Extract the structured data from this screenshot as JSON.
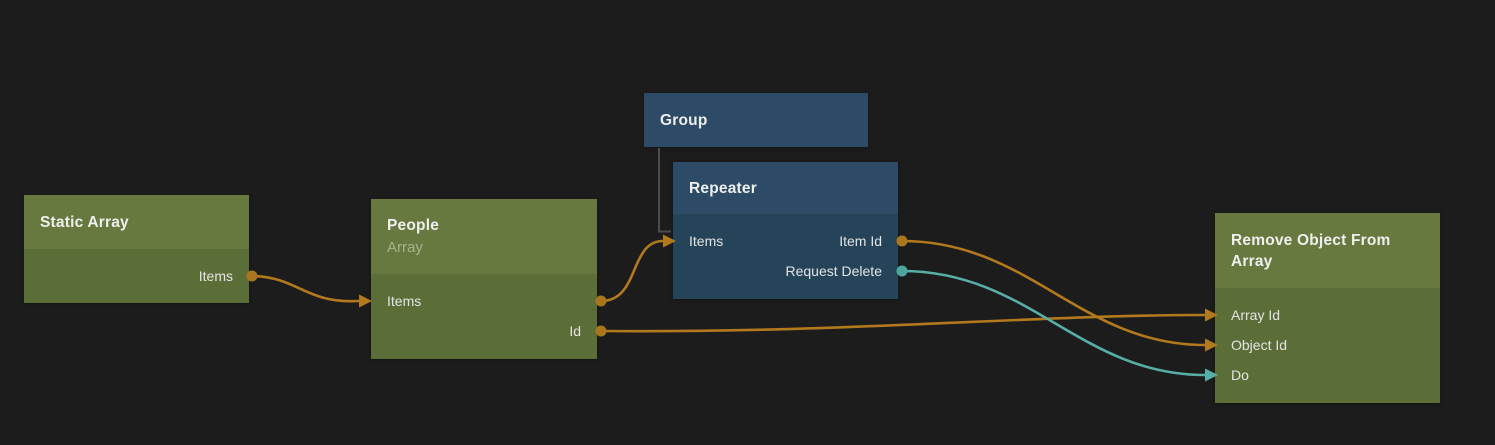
{
  "editor": {
    "background_color": "#1d1c1c",
    "wire_colors": {
      "data": "#b2791d",
      "signal": "#57aea6"
    },
    "node_colors": {
      "data_node_header": "#68793f",
      "data_node_body": "#5c6e38",
      "visual_node_header": "#2d4b66",
      "visual_node_body": "#264459"
    }
  },
  "nodes": {
    "static_array": {
      "title": "Static Array",
      "ports": {
        "items": {
          "label": "Items",
          "direction": "output"
        }
      }
    },
    "people": {
      "title": "People",
      "subtitle": "Array",
      "ports": {
        "items": {
          "label": "Items",
          "direction": "input-output"
        },
        "id": {
          "label": "Id",
          "direction": "output"
        }
      }
    },
    "group": {
      "title": "Group"
    },
    "repeater": {
      "title": "Repeater",
      "ports": {
        "items": {
          "label": "Items",
          "direction": "input"
        },
        "item_id": {
          "label": "Item Id",
          "direction": "output"
        },
        "request_delete": {
          "label": "Request Delete",
          "direction": "output"
        }
      }
    },
    "remove_object_from_array": {
      "title": "Remove Object From Array",
      "ports": {
        "array_id": {
          "label": "Array Id",
          "direction": "input"
        },
        "object_id": {
          "label": "Object Id",
          "direction": "input"
        },
        "do": {
          "label": "Do",
          "direction": "input"
        }
      }
    }
  },
  "connections": [
    {
      "from": "Static Array.Items",
      "to": "People.Items",
      "color": "#b2791d"
    },
    {
      "from": "People.Items",
      "to": "Repeater.Items",
      "color": "#b2791d"
    },
    {
      "from": "People.Id",
      "to": "Remove Object From Array.Array Id",
      "color": "#b2791d"
    },
    {
      "from": "Repeater.Item Id",
      "to": "Remove Object From Array.Object Id",
      "color": "#b2791d"
    },
    {
      "from": "Repeater.Request Delete",
      "to": "Remove Object From Array.Do",
      "color": "#57aea6"
    },
    {
      "from": "Group",
      "to": "Repeater",
      "type": "parent-child",
      "color": "#4c4c4c"
    }
  ]
}
